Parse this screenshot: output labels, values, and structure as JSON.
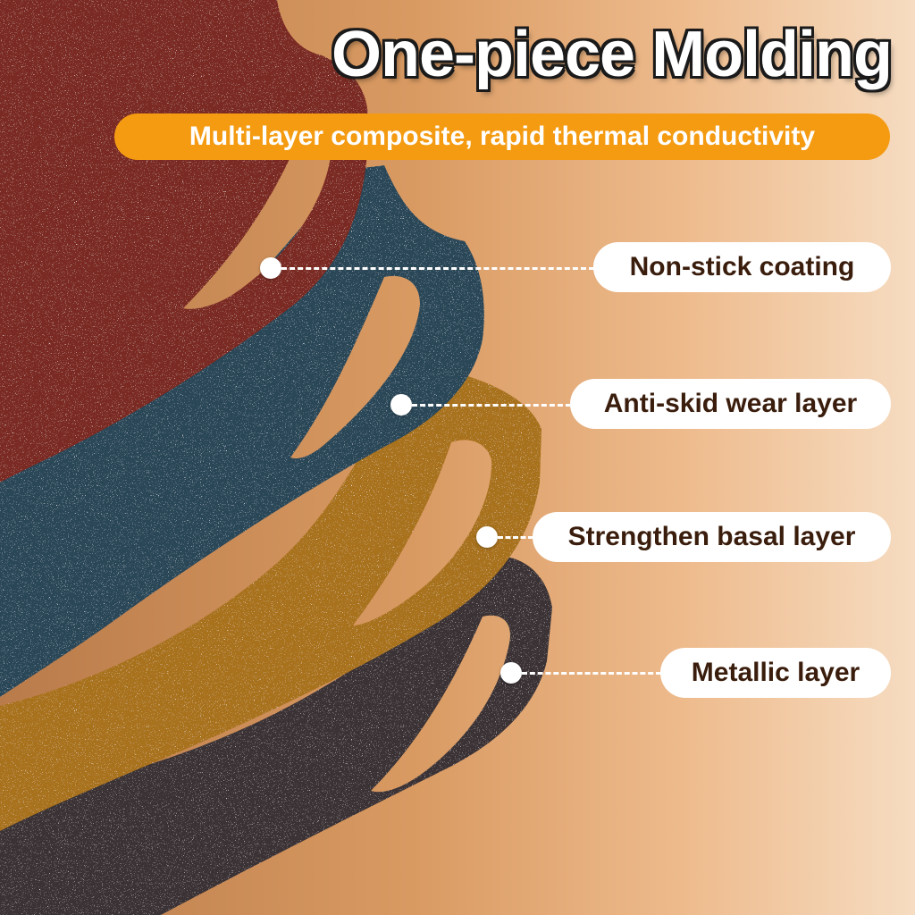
{
  "headline": "One-piece Molding",
  "banner": "Multi-layer composite, rapid thermal conductivity",
  "layers": [
    {
      "label": "Non-stick coating",
      "color": "#7a2a22"
    },
    {
      "label": "Anti-skid wear layer",
      "color": "#2b4658"
    },
    {
      "label": "Strengthen basal layer",
      "color": "#a8711f"
    },
    {
      "label": "Metallic layer",
      "color": "#3a3334"
    }
  ],
  "colors": {
    "banner": "#f49b12",
    "pill_text": "#3a1d0c"
  }
}
